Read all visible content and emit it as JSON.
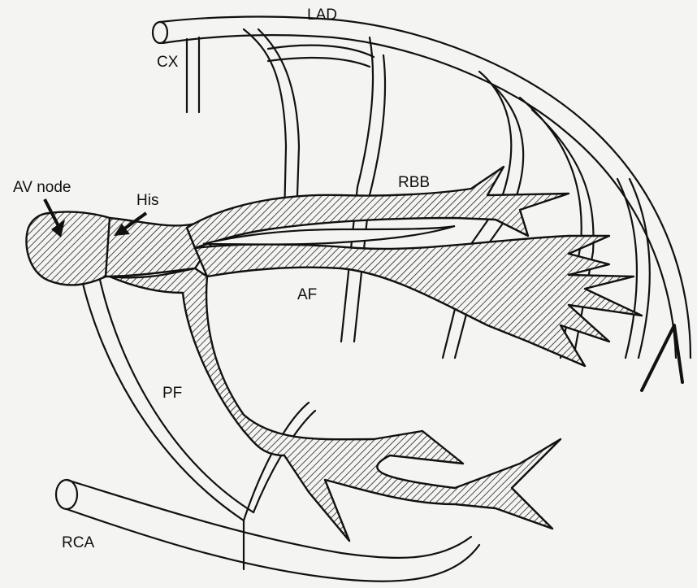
{
  "labels": {
    "lad": "LAD",
    "cx": "CX",
    "av_node": "AV node",
    "his": "His",
    "rbb": "RBB",
    "af": "AF",
    "pf": "PF",
    "rca": "RCA"
  }
}
